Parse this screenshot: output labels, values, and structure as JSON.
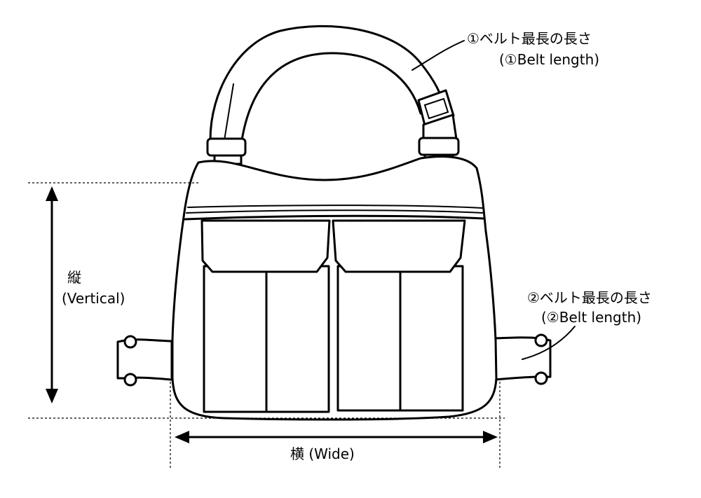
{
  "labels": {
    "belt1_jp": "①ベルト最長の長さ",
    "belt1_en": "(①Belt length)",
    "belt2_jp": "②ベルト最長の長さ",
    "belt2_en": "(②Belt length)",
    "vertical_jp": "縦",
    "vertical_en": "(Vertical)",
    "wide": "横 (Wide)"
  },
  "colors": {
    "line": "#000000",
    "background": "#ffffff"
  },
  "icons": {
    "vertical_arrow": "double-headed-vertical-arrow",
    "horizontal_arrow": "double-headed-horizontal-arrow"
  }
}
